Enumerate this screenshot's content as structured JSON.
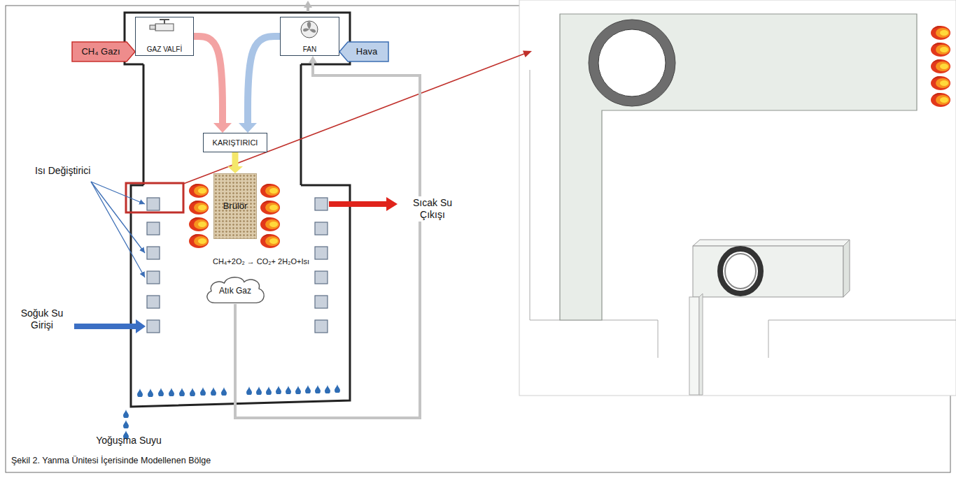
{
  "diagram": {
    "caption": "Şekil 2. Yanma Ünitesi İçerisinde Modellenen Bölge",
    "nodes": [
      {
        "text": [
          "CH₄ Gazı"
        ]
      },
      {
        "text": [
          "GAZ VALFİ"
        ]
      },
      {
        "text": [
          "FAN"
        ]
      },
      {
        "text": [
          "Hava"
        ]
      },
      {
        "text": [
          "KARIŞTIRICI"
        ]
      },
      {
        "text": [
          "Brülör"
        ]
      },
      {
        "text": [
          "Atık Gaz"
        ]
      }
    ],
    "edges": [
      {
        "from": 1,
        "to": 4,
        "arrow": "to"
      },
      {
        "from": 2,
        "to": 4,
        "arrow": "to"
      },
      {
        "from": 4,
        "to": 5,
        "arrow": "to"
      },
      {
        "from": 6,
        "to": 2,
        "arrow": "to"
      }
    ],
    "labels": [
      "Isı Değiştirici",
      "Sıcak Su Çıkışı",
      "Soğuk Su Girişi",
      "CH₄+2O₂ → CO₂+ 2H₂O+Isı",
      "Yoğuşma Suyu"
    ]
  }
}
